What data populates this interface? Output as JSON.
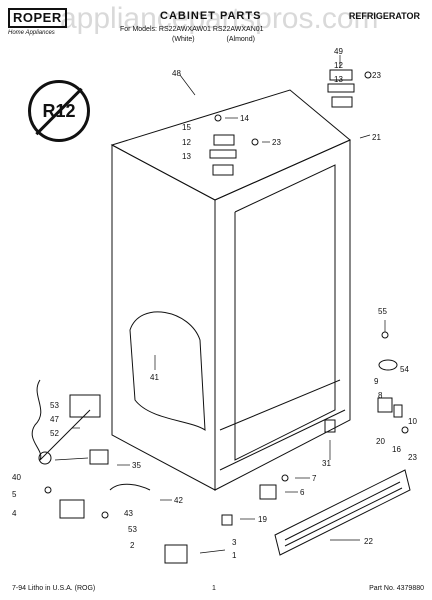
{
  "header": {
    "brand": "ROPER",
    "tagline": "Home Appliances",
    "title": "CABINET PARTS",
    "category": "REFRIGERATOR",
    "models": "For Models: RS22AWXAW01  RS22AWXAN01",
    "color_white": "(White)",
    "color_almond": "(Almond)",
    "watermark": "appliancepartspros.com"
  },
  "badge": {
    "text": "R12"
  },
  "callouts": {
    "c48": "48",
    "c49": "49",
    "c12a": "12",
    "c13a": "13",
    "c23a": "23",
    "c14": "14",
    "c15": "15",
    "c12b": "12",
    "c13b": "13",
    "c23b": "23",
    "c21": "21",
    "c41": "41",
    "c55": "55",
    "c9": "9",
    "c54": "54",
    "c8": "8",
    "c53a": "53",
    "c47": "47",
    "c52": "52",
    "c40": "40",
    "c5": "5",
    "c4": "4",
    "c35": "35",
    "c42": "42",
    "c43": "43",
    "c53b": "53",
    "c2": "2",
    "c3": "3",
    "c1": "1",
    "c7": "7",
    "c6": "6",
    "c31": "31",
    "c20": "20",
    "c16": "16",
    "c10": "10",
    "c23c": "23",
    "c19": "19",
    "c22": "22"
  },
  "footer": {
    "left": "7-94 Litho in U.S.A. (ROG)",
    "page": "1",
    "part_no": "Part No. 4379880"
  },
  "colors": {
    "ink": "#111111",
    "watermark": "#bbbbbb"
  }
}
